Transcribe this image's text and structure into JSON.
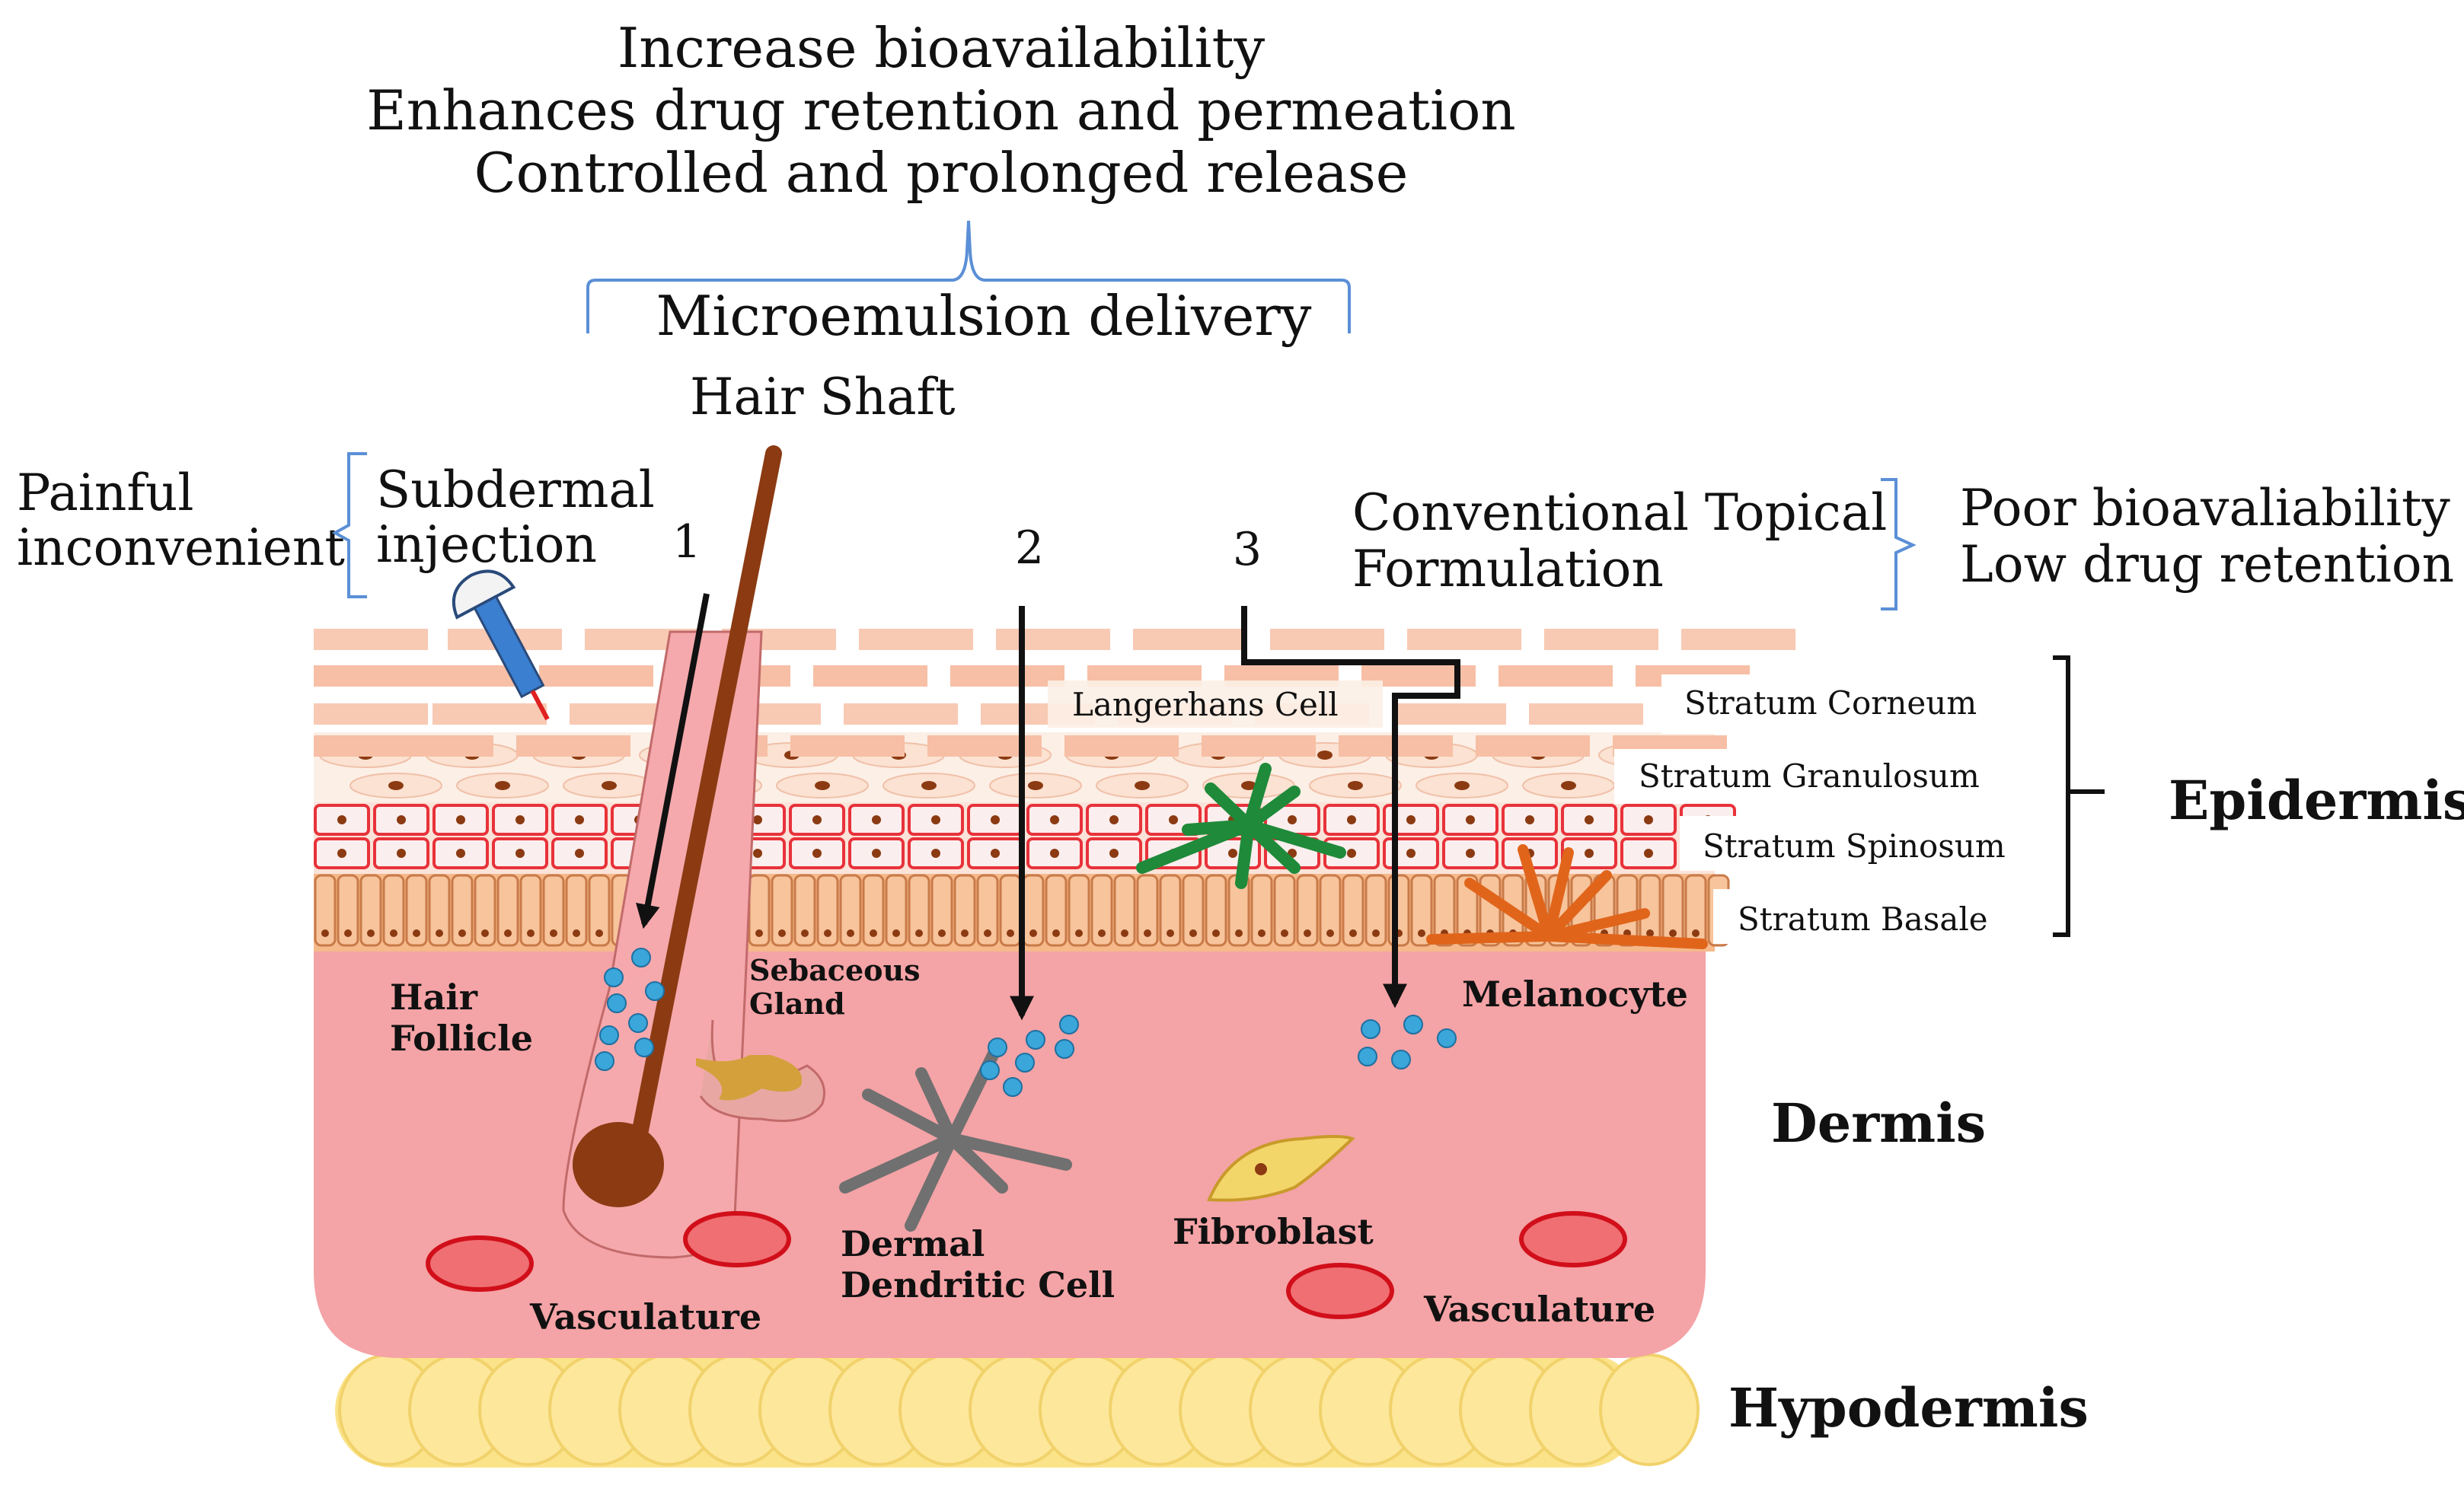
{
  "benefits": [
    "Increase bioavailability",
    "Enhances drug retention and permeation",
    "Controlled and prolonged release"
  ],
  "routes": {
    "microemulsion": "Microemulsion delivery",
    "hair_shaft": "Hair Shaft",
    "subdermal_line1": "Subdermal",
    "subdermal_line2": "injection",
    "painful_line1": "Painful",
    "painful_line2": "inconvenient",
    "conventional_line1": "Conventional Topical",
    "conventional_line2": "Formulation",
    "poor_line1": "Poor bioavaliability",
    "poor_line2": "Low drug retention",
    "num1": "1",
    "num2": "2",
    "num3": "3"
  },
  "layers": {
    "corneum": "Stratum Corneum",
    "granulosum": "Stratum Granulosum",
    "spinosum": "Stratum Spinosum",
    "basale": "Stratum Basale"
  },
  "regions": {
    "epidermis": "Epidermis",
    "dermis": "Dermis",
    "hypodermis": "Hypodermis"
  },
  "structures": {
    "langerhans": "Langerhans Cell",
    "hair_line1": "Hair",
    "hair_line2": "Follicle",
    "sebaceous_line1": "Sebaceous",
    "sebaceous_line2": "Gland",
    "dermal_line1": "Dermal",
    "dermal_line2": "Dendritic Cell",
    "fibroblast": "Fibroblast",
    "melanocyte": "Melanocyte",
    "vasculature_left": "Vasculature",
    "vasculature_right": "Vasculature"
  },
  "colors": {
    "dermis": "#f4a3a6",
    "corneum_brick": "#f8c9b3",
    "spinosum_cell": "#e8323a",
    "basale_cell": "#f6b98a",
    "hypodermis": "#fbe38a",
    "hair": "#8b3a12",
    "particle": "#3aa6d9",
    "langerhans": "#1f8a3a",
    "melanocyte": "#e0651b",
    "dendritic": "#707070",
    "bracket_blue": "#5b8fd6"
  }
}
